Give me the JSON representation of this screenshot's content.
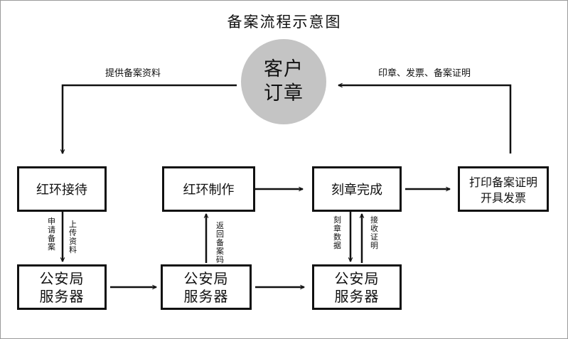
{
  "title": "备案流程示意图",
  "customer": {
    "line1": "客户",
    "line2": "订章"
  },
  "nodes": {
    "reception": "红环接待",
    "production": "红环制作",
    "engraving_done": "刻章完成",
    "print": {
      "line1": "打印备案证明",
      "line2": "开具发票"
    },
    "server_label": {
      "line1": "公安局",
      "line2": "服务器"
    }
  },
  "edges": {
    "customer_to_reception": "提供备案资料",
    "print_to_customer": "印章、发票、备案证明",
    "apply_filing": "申请备案",
    "upload_materials": "上传资料",
    "return_code": "返回备案码",
    "engrave_data": "刻章数据",
    "receive_certificate": "接收证明"
  },
  "colors": {
    "line": "#111111",
    "circle": "#c4c4c4",
    "frame": "#9a9a9a"
  }
}
